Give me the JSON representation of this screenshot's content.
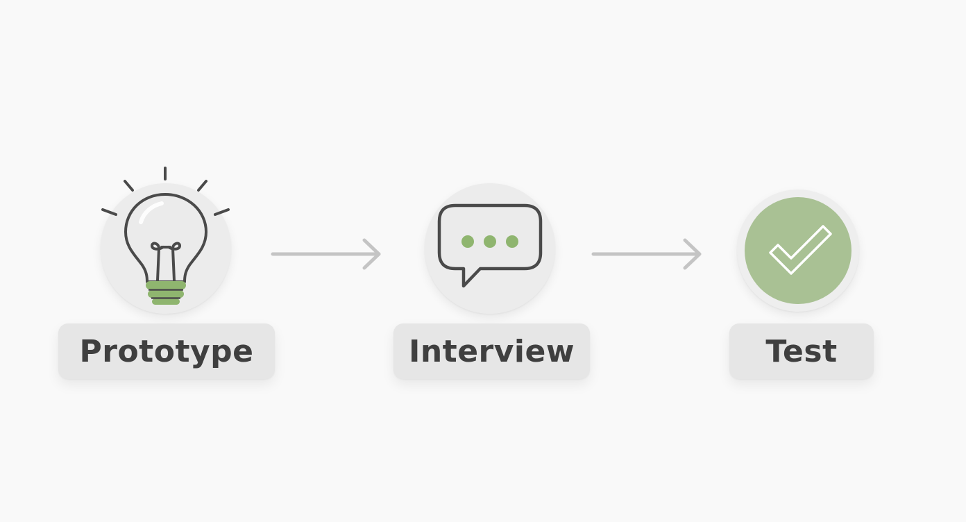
{
  "steps": [
    {
      "label": "Prototype",
      "icon": "lightbulb-icon"
    },
    {
      "label": "Interview",
      "icon": "speech-bubble-icon"
    },
    {
      "label": "Test",
      "icon": "checkmark-icon"
    }
  ],
  "colors": {
    "background": "#f9f9f9",
    "circle": "#ececec",
    "pill": "#e6e6e6",
    "text": "#3f3f3f",
    "stroke": "#4a4a4a",
    "accent_green": "#8fb56f",
    "check_fill": "#a9c194",
    "arrow": "#c4c4c4"
  }
}
